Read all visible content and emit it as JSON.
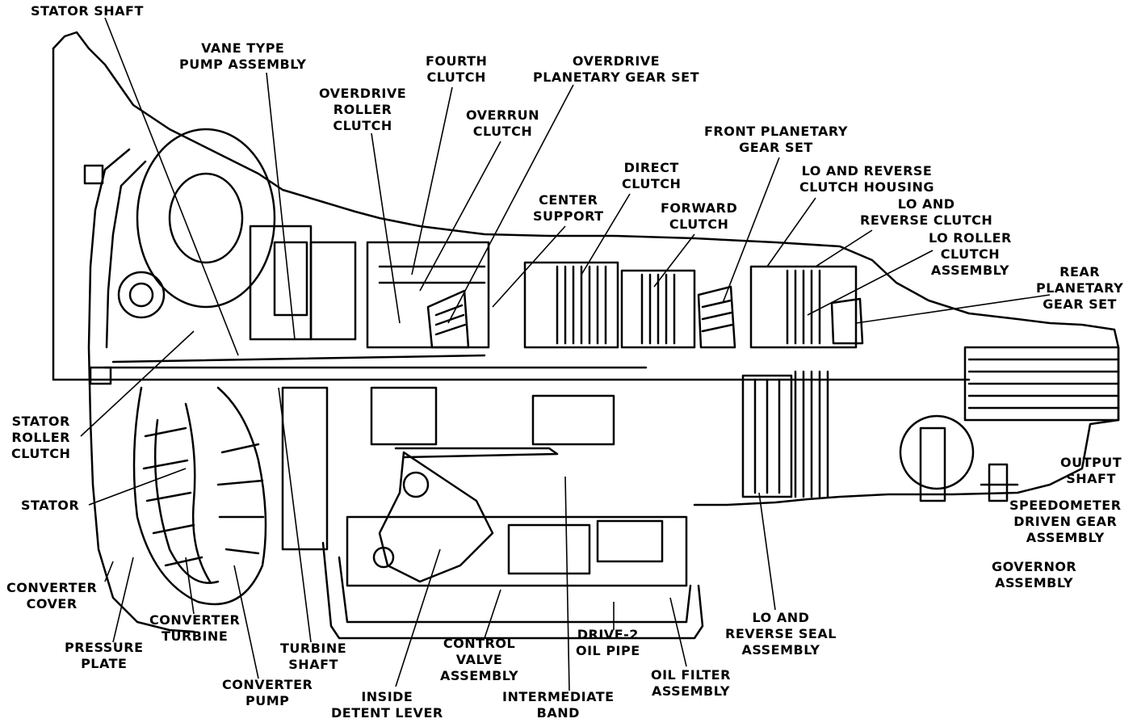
{
  "diagram": {
    "labels": {
      "stator_shaft": "STATOR SHAFT",
      "vane_pump": "VANE TYPE\nPUMP ASSEMBLY",
      "fourth_clutch": "FOURTH\nCLUTCH",
      "overdrive_planetary": "OVERDRIVE\nPLANETARY GEAR SET",
      "overdrive_roller_clutch": "OVERDRIVE\nROLLER\nCLUTCH",
      "overrun_clutch": "OVERRUN\nCLUTCH",
      "front_planetary": "FRONT PLANETARY\nGEAR SET",
      "direct_clutch": "DIRECT\nCLUTCH",
      "lo_reverse_housing": "LO AND REVERSE\nCLUTCH HOUSING",
      "center_support": "CENTER\nSUPPORT",
      "forward_clutch": "FORWARD\nCLUTCH",
      "lo_reverse_clutch": "LO AND\nREVERSE CLUTCH",
      "lo_roller_clutch": "LO ROLLER\nCLUTCH\nASSEMBLY",
      "rear_planetary": "REAR\nPLANETARY\nGEAR SET",
      "stator_roller_clutch": "STATOR\nROLLER\nCLUTCH",
      "stator": "STATOR",
      "converter_cover": "CONVERTER\nCOVER",
      "converter_turbine": "CONVERTER\nTURBINE",
      "pressure_plate": "PRESSURE\nPLATE",
      "converter_pump": "CONVERTER\nPUMP",
      "turbine_shaft": "TURBINE\nSHAFT",
      "inside_detent_lever": "INSIDE\nDETENT LEVER",
      "control_valve": "CONTROL\nVALVE\nASSEMBLY",
      "intermediate_band": "INTERMEDIATE\nBAND",
      "drive2_oil_pipe": "DRIVE-2\nOIL PIPE",
      "oil_filter": "OIL FILTER\nASSEMBLY",
      "lo_reverse_seal": "LO AND\nREVERSE SEAL\nASSEMBLY",
      "output_shaft": "OUTPUT\nSHAFT",
      "speedometer": "SPEEDOMETER\nDRIVEN GEAR\nASSEMBLY",
      "governor": "GOVERNOR\nASSEMBLY"
    }
  }
}
